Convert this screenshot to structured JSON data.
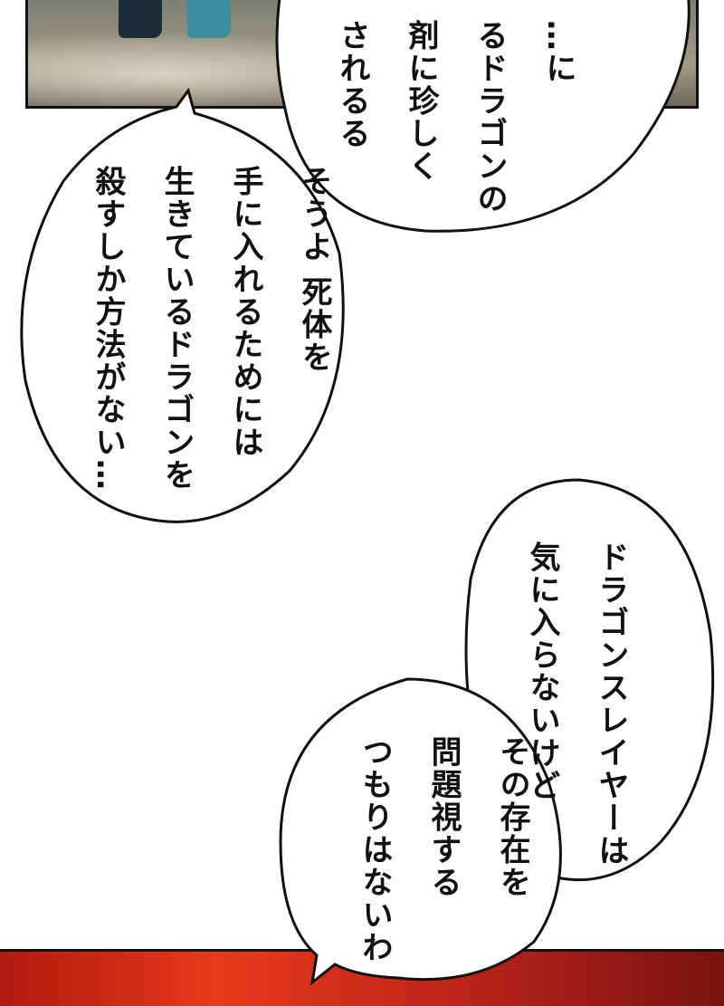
{
  "bubbles": {
    "top": {
      "lines": [
        "…に",
        "るドラゴンの",
        "剤に珍しく",
        "されるる"
      ]
    },
    "left": {
      "lines": [
        "そうよ 死体を",
        "手に入れるためには",
        "生きているドラゴンを",
        "殺すしか方法がない…"
      ]
    },
    "right_upper": {
      "lines": [
        "ドラゴンスレイヤーは",
        "気に入らないけど"
      ]
    },
    "right_lower": {
      "lines": [
        "その存在を",
        "問題視する",
        "つもりはないわ"
      ]
    }
  },
  "colors": {
    "panel_border": "#111111",
    "hair_red": "#e83a1a",
    "boot_teal": "#3a8ea0",
    "boot_dark": "#1c2b3a"
  }
}
